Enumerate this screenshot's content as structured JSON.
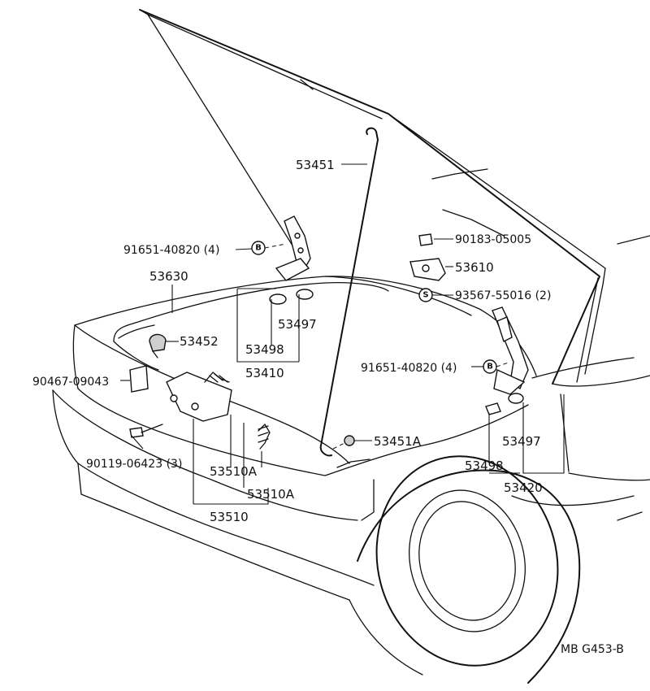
{
  "diagram": {
    "drawing_code": "MB G453-B",
    "badge_b": "B",
    "badge_s": "S",
    "labels": {
      "hood_rod": "53451",
      "hinge_bolt_left": "91651-40820 (4)",
      "seal_rear": "53630",
      "cushion_clip": "53452",
      "retainer_upper": "53497",
      "retainer_lower": "53498",
      "hinge_left_set": "53410",
      "bolt_lock": "90467-09043",
      "screw_lock": "90119-06423 (3)",
      "lock_spring_a": "53510A",
      "lock_spring_b": "53510A",
      "lock_assy": "53510",
      "bumper_stop": "90183-05005",
      "hood_lock_striker": "53610",
      "screw_striker": "93567-55016 (2)",
      "hinge_bolt_right": "91651-40820 (4)",
      "rod_holder": "53451A",
      "retainer_upper_r": "53497",
      "retainer_lower_r": "53498",
      "hinge_right_set": "53420"
    }
  }
}
